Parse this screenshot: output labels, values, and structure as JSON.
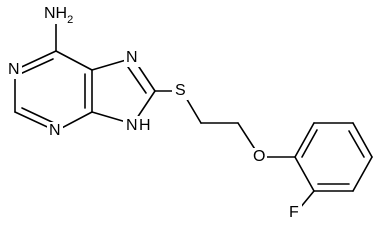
{
  "molecule": {
    "atoms": {
      "amine": "NH2",
      "n1": "N",
      "n3": "N",
      "n7": "N",
      "n9": "N",
      "n9_h": "H",
      "sulfur": "S",
      "oxygen": "O",
      "fluorine": "F"
    }
  }
}
